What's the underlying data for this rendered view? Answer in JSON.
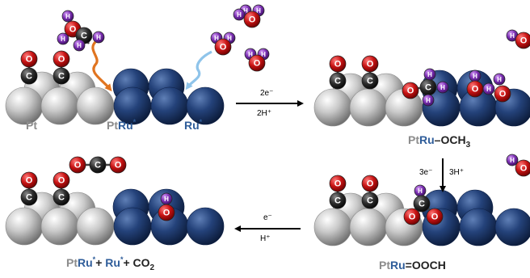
{
  "colors": {
    "pt": "#bdbdbd",
    "ru": "#233e73",
    "label_pt": "#8c8c8c",
    "label_ru": "#2f5d9a",
    "oxygen": "#c41010",
    "carbon": "#2b2b2b",
    "hydrogen": "#7a2fb0",
    "arrow_orange": "#e07420",
    "arrow_blue": "#8fc4ea"
  },
  "atoms": {
    "o": "O",
    "c": "C",
    "h": "H"
  },
  "panel1": {
    "label_pt": "Pt",
    "label_ptru_pt": "Pt",
    "label_ptru_ru": "Ru",
    "label_ru": "Ru",
    "star": "*"
  },
  "step1": {
    "top": "2e⁻",
    "bottom": "2H⁺"
  },
  "panel2": {
    "label_pt": "Pt",
    "label_ru": "Ru",
    "label_rest": "–OCH",
    "label_sub": "3"
  },
  "step2": {
    "left": "3e⁻",
    "right": "3H⁺"
  },
  "panel3": {
    "label_pt": "Pt",
    "label_ru": "Ru",
    "label_rest": "=OOCH"
  },
  "step3": {
    "top": "e⁻",
    "bottom": "H⁺"
  },
  "panel4": {
    "label_pt": "Pt",
    "label_ru": "Ru",
    "star": "*",
    "plus1": "+ ",
    "label_ru2": "Ru",
    "plus2": "+ CO",
    "sub2": "2"
  }
}
